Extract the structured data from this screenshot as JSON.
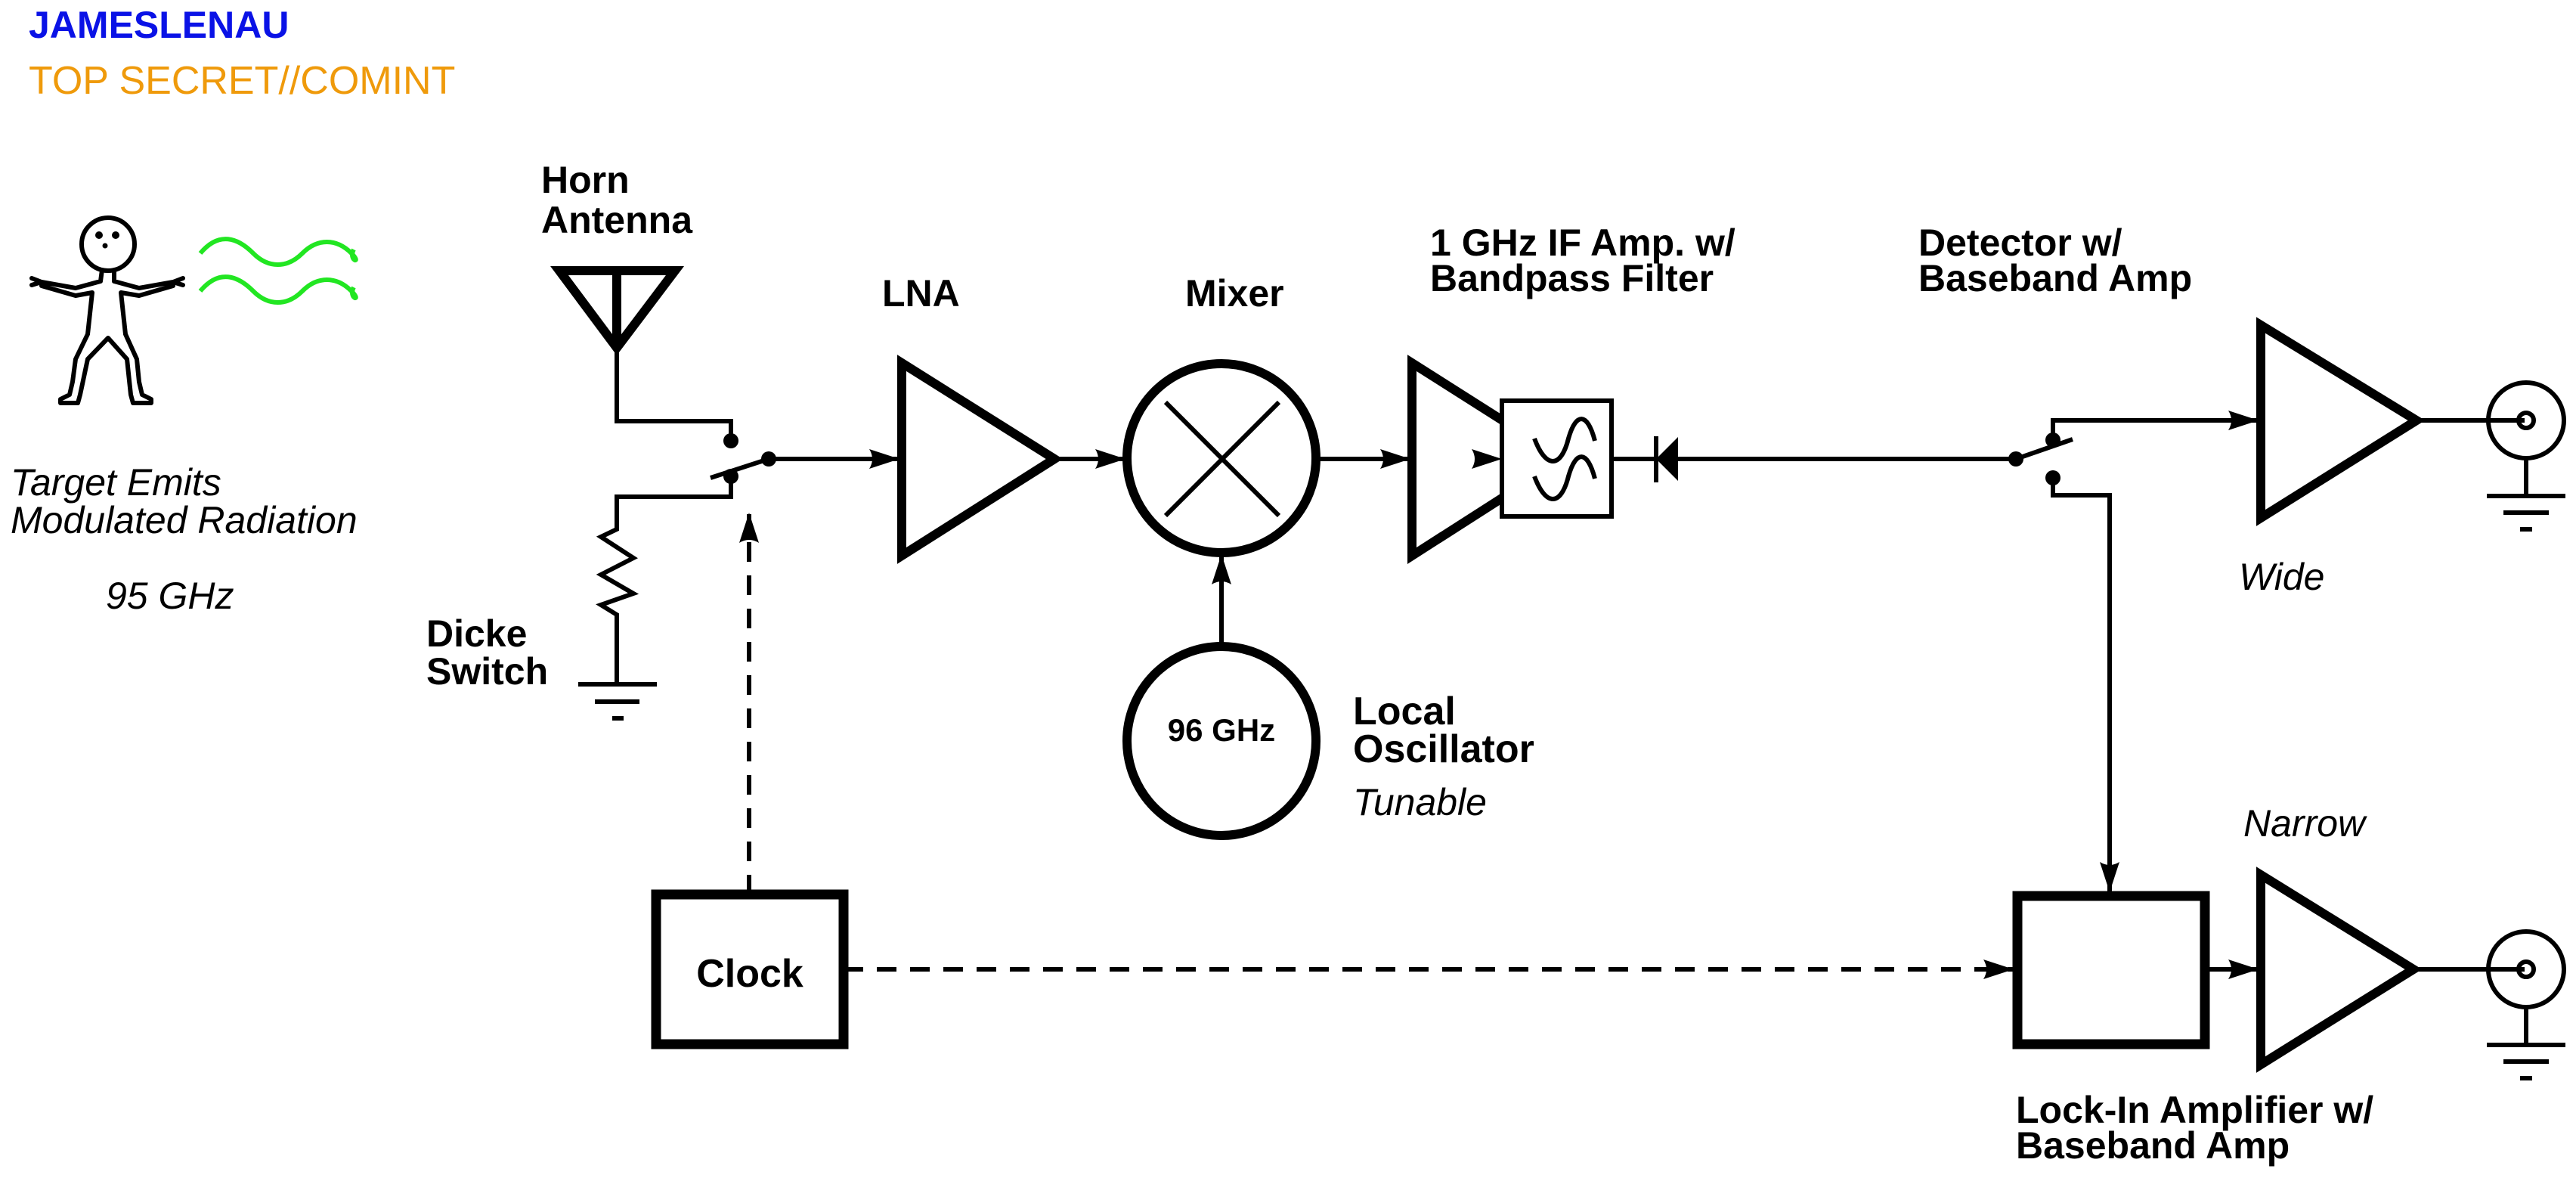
{
  "header": {
    "author": "JAMESLENAU",
    "classification": "TOP SECRET//COMINT",
    "author_color": "#0a12e6",
    "classification_color": "#ef9a0b"
  },
  "target": {
    "line1": "Target Emits",
    "line2": "Modulated Radiation",
    "frequency": "95 GHz",
    "wave_color": "#22e622"
  },
  "antenna": {
    "line1": "Horn",
    "line2": "Antenna"
  },
  "dicke_switch": {
    "line1": "Dicke",
    "line2": "Switch"
  },
  "lna": {
    "label": "LNA"
  },
  "mixer": {
    "label": "Mixer"
  },
  "local_oscillator": {
    "frequency": "96 GHz",
    "line1": "Local",
    "line2": "Oscillator",
    "note": "Tunable"
  },
  "if_amp": {
    "line1": "1 GHz IF Amp. w/",
    "line2": "Bandpass Filter"
  },
  "detector": {
    "line1": "Detector w/",
    "line2": "Baseband Amp"
  },
  "wide_amp": {
    "label": "Wide"
  },
  "narrow_amp": {
    "label": "Narrow"
  },
  "clock": {
    "label": "Clock"
  },
  "lock_in": {
    "line1": "Lock-In Amplifier w/",
    "line2": "Baseband Amp"
  }
}
